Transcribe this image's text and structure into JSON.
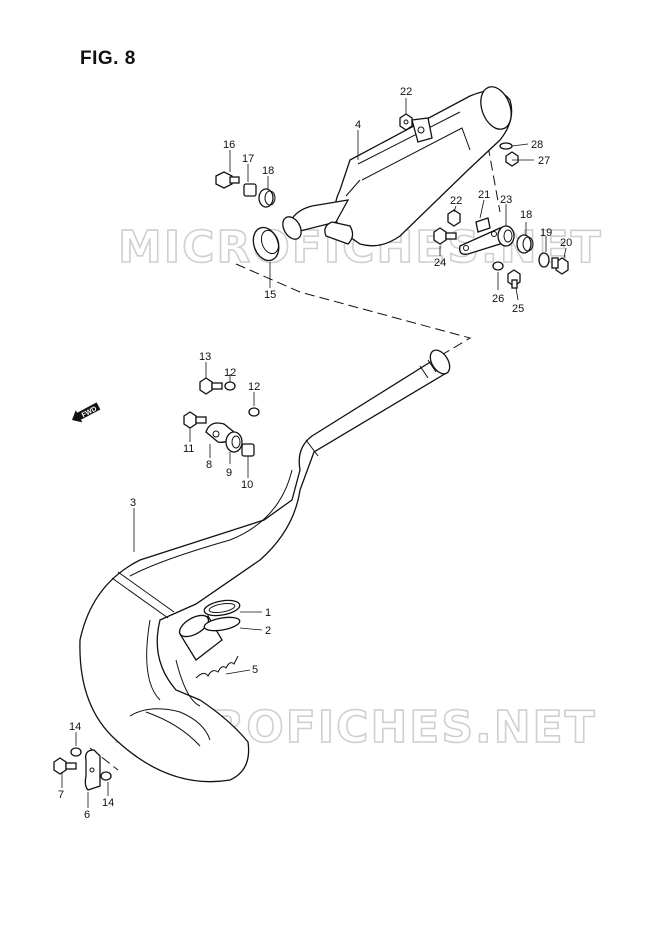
{
  "figure": {
    "title": "FIG. 8"
  },
  "watermarks": [
    "MICROFICHES.NET",
    "MICROFICHES.NET"
  ],
  "direction_badge": {
    "label": "FWD"
  },
  "callouts": [
    "1",
    "2",
    "3",
    "4",
    "5",
    "6",
    "7",
    "8",
    "9",
    "10",
    "11",
    "12",
    "12",
    "13",
    "14",
    "14",
    "15",
    "16",
    "17",
    "18",
    "18",
    "19",
    "20",
    "21",
    "22",
    "22",
    "23",
    "24",
    "25",
    "26",
    "27",
    "28"
  ]
}
